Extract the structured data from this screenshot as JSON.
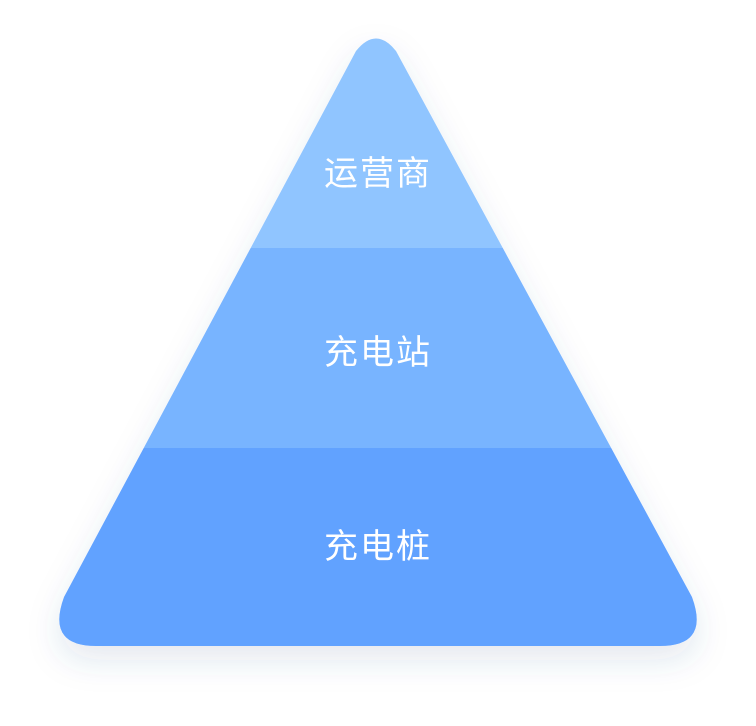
{
  "pyramid": {
    "tiers": [
      {
        "label": "运营商",
        "color": "#90c5ff"
      },
      {
        "label": "充电站",
        "color": "#78b4ff"
      },
      {
        "label": "充电桩",
        "color": "#61a2ff"
      }
    ]
  }
}
